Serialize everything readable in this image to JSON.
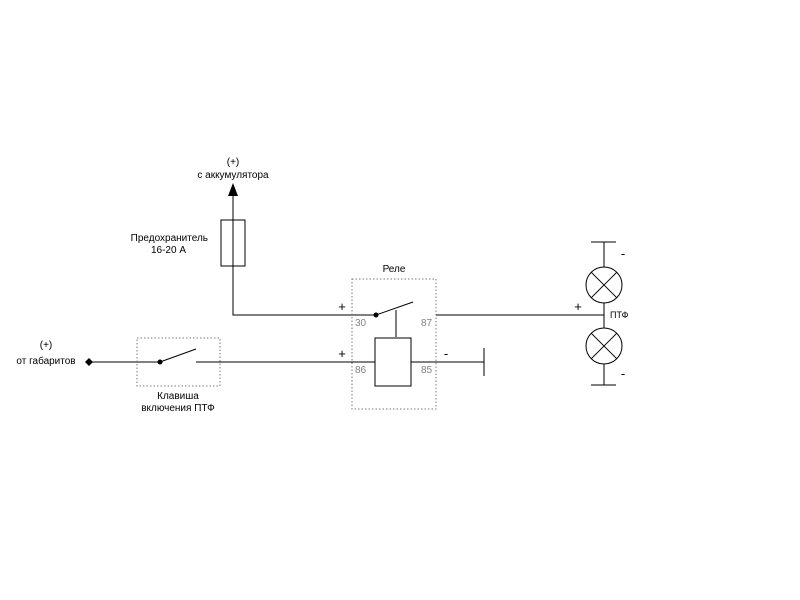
{
  "battery": {
    "polarity": "(+)",
    "label": "с аккумулятора"
  },
  "fuse": {
    "line1": "Предохранитель",
    "line2": "16-20 А"
  },
  "relay": {
    "title": "Реле",
    "pin30": "30",
    "pin87": "87",
    "pin86": "86",
    "pin85": "85"
  },
  "parking_lights": {
    "polarity": "(+)",
    "label": "от габаритов"
  },
  "switch": {
    "line1": "Клавиша",
    "line2": "включения ПТФ"
  },
  "lamps": {
    "label": "ПТФ"
  },
  "signs": {
    "plus": "+",
    "minus": "-"
  }
}
